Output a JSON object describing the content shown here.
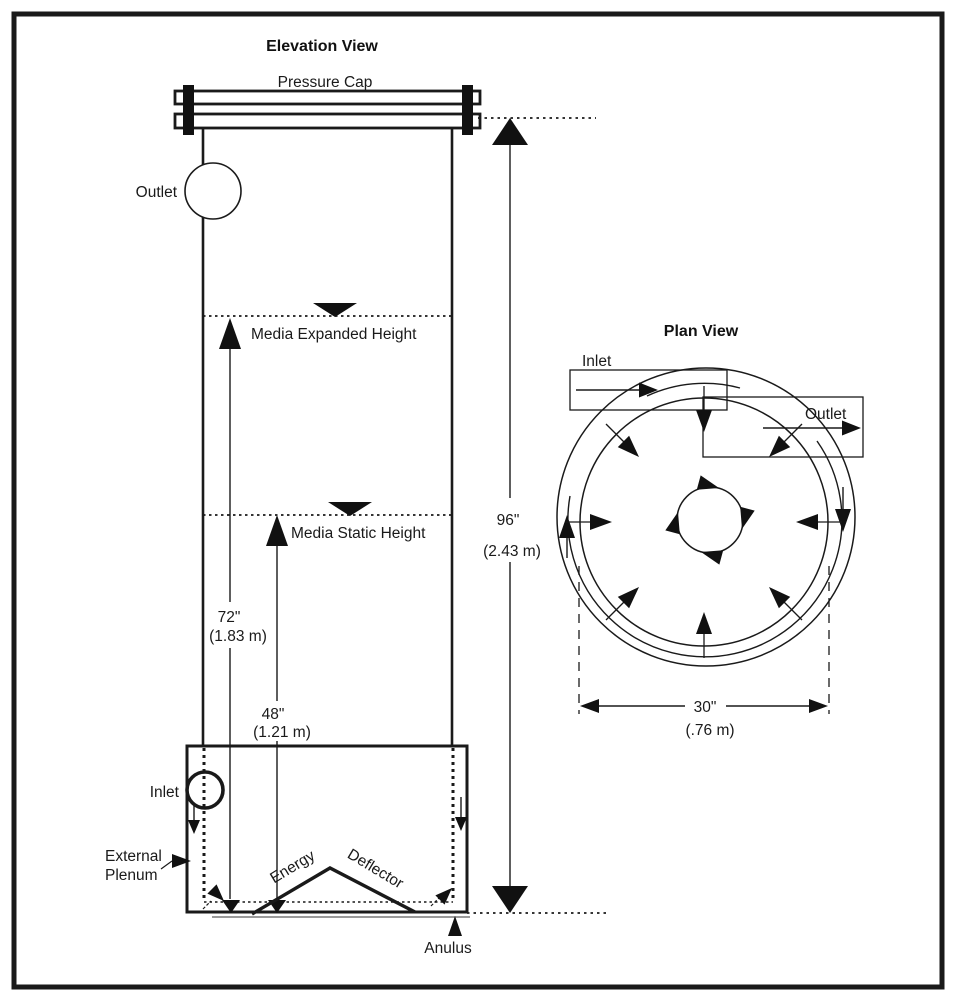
{
  "elevation": {
    "title": "Elevation View",
    "pressure_cap_label": "Pressure  Cap",
    "outlet_label": "Outlet",
    "media_expanded_label": "Media Expanded  Height",
    "media_static_label": "Media Static Height",
    "inlet_label": "Inlet",
    "external_plenum_line1": "External",
    "external_plenum_line2": "Plenum",
    "deflector_word1": "Energy",
    "deflector_word2": "Deflector",
    "anulus_label": "Anulus",
    "dim_72_in": "72\"",
    "dim_72_m": "(1.83 m)",
    "dim_48_in": "48\"",
    "dim_48_m": "(1.21 m)",
    "dim_96_in": "96\"",
    "dim_96_m": "(2.43 m)"
  },
  "plan": {
    "title": "Plan View",
    "inlet_label": "Inlet",
    "outlet_label": "Outlet",
    "dim_30_in": "30\"",
    "dim_30_m": "(.76 m)"
  },
  "colors": {
    "line": "#1a1a1a",
    "background": "#ffffff",
    "shadow_line": "#9a9a9a"
  }
}
